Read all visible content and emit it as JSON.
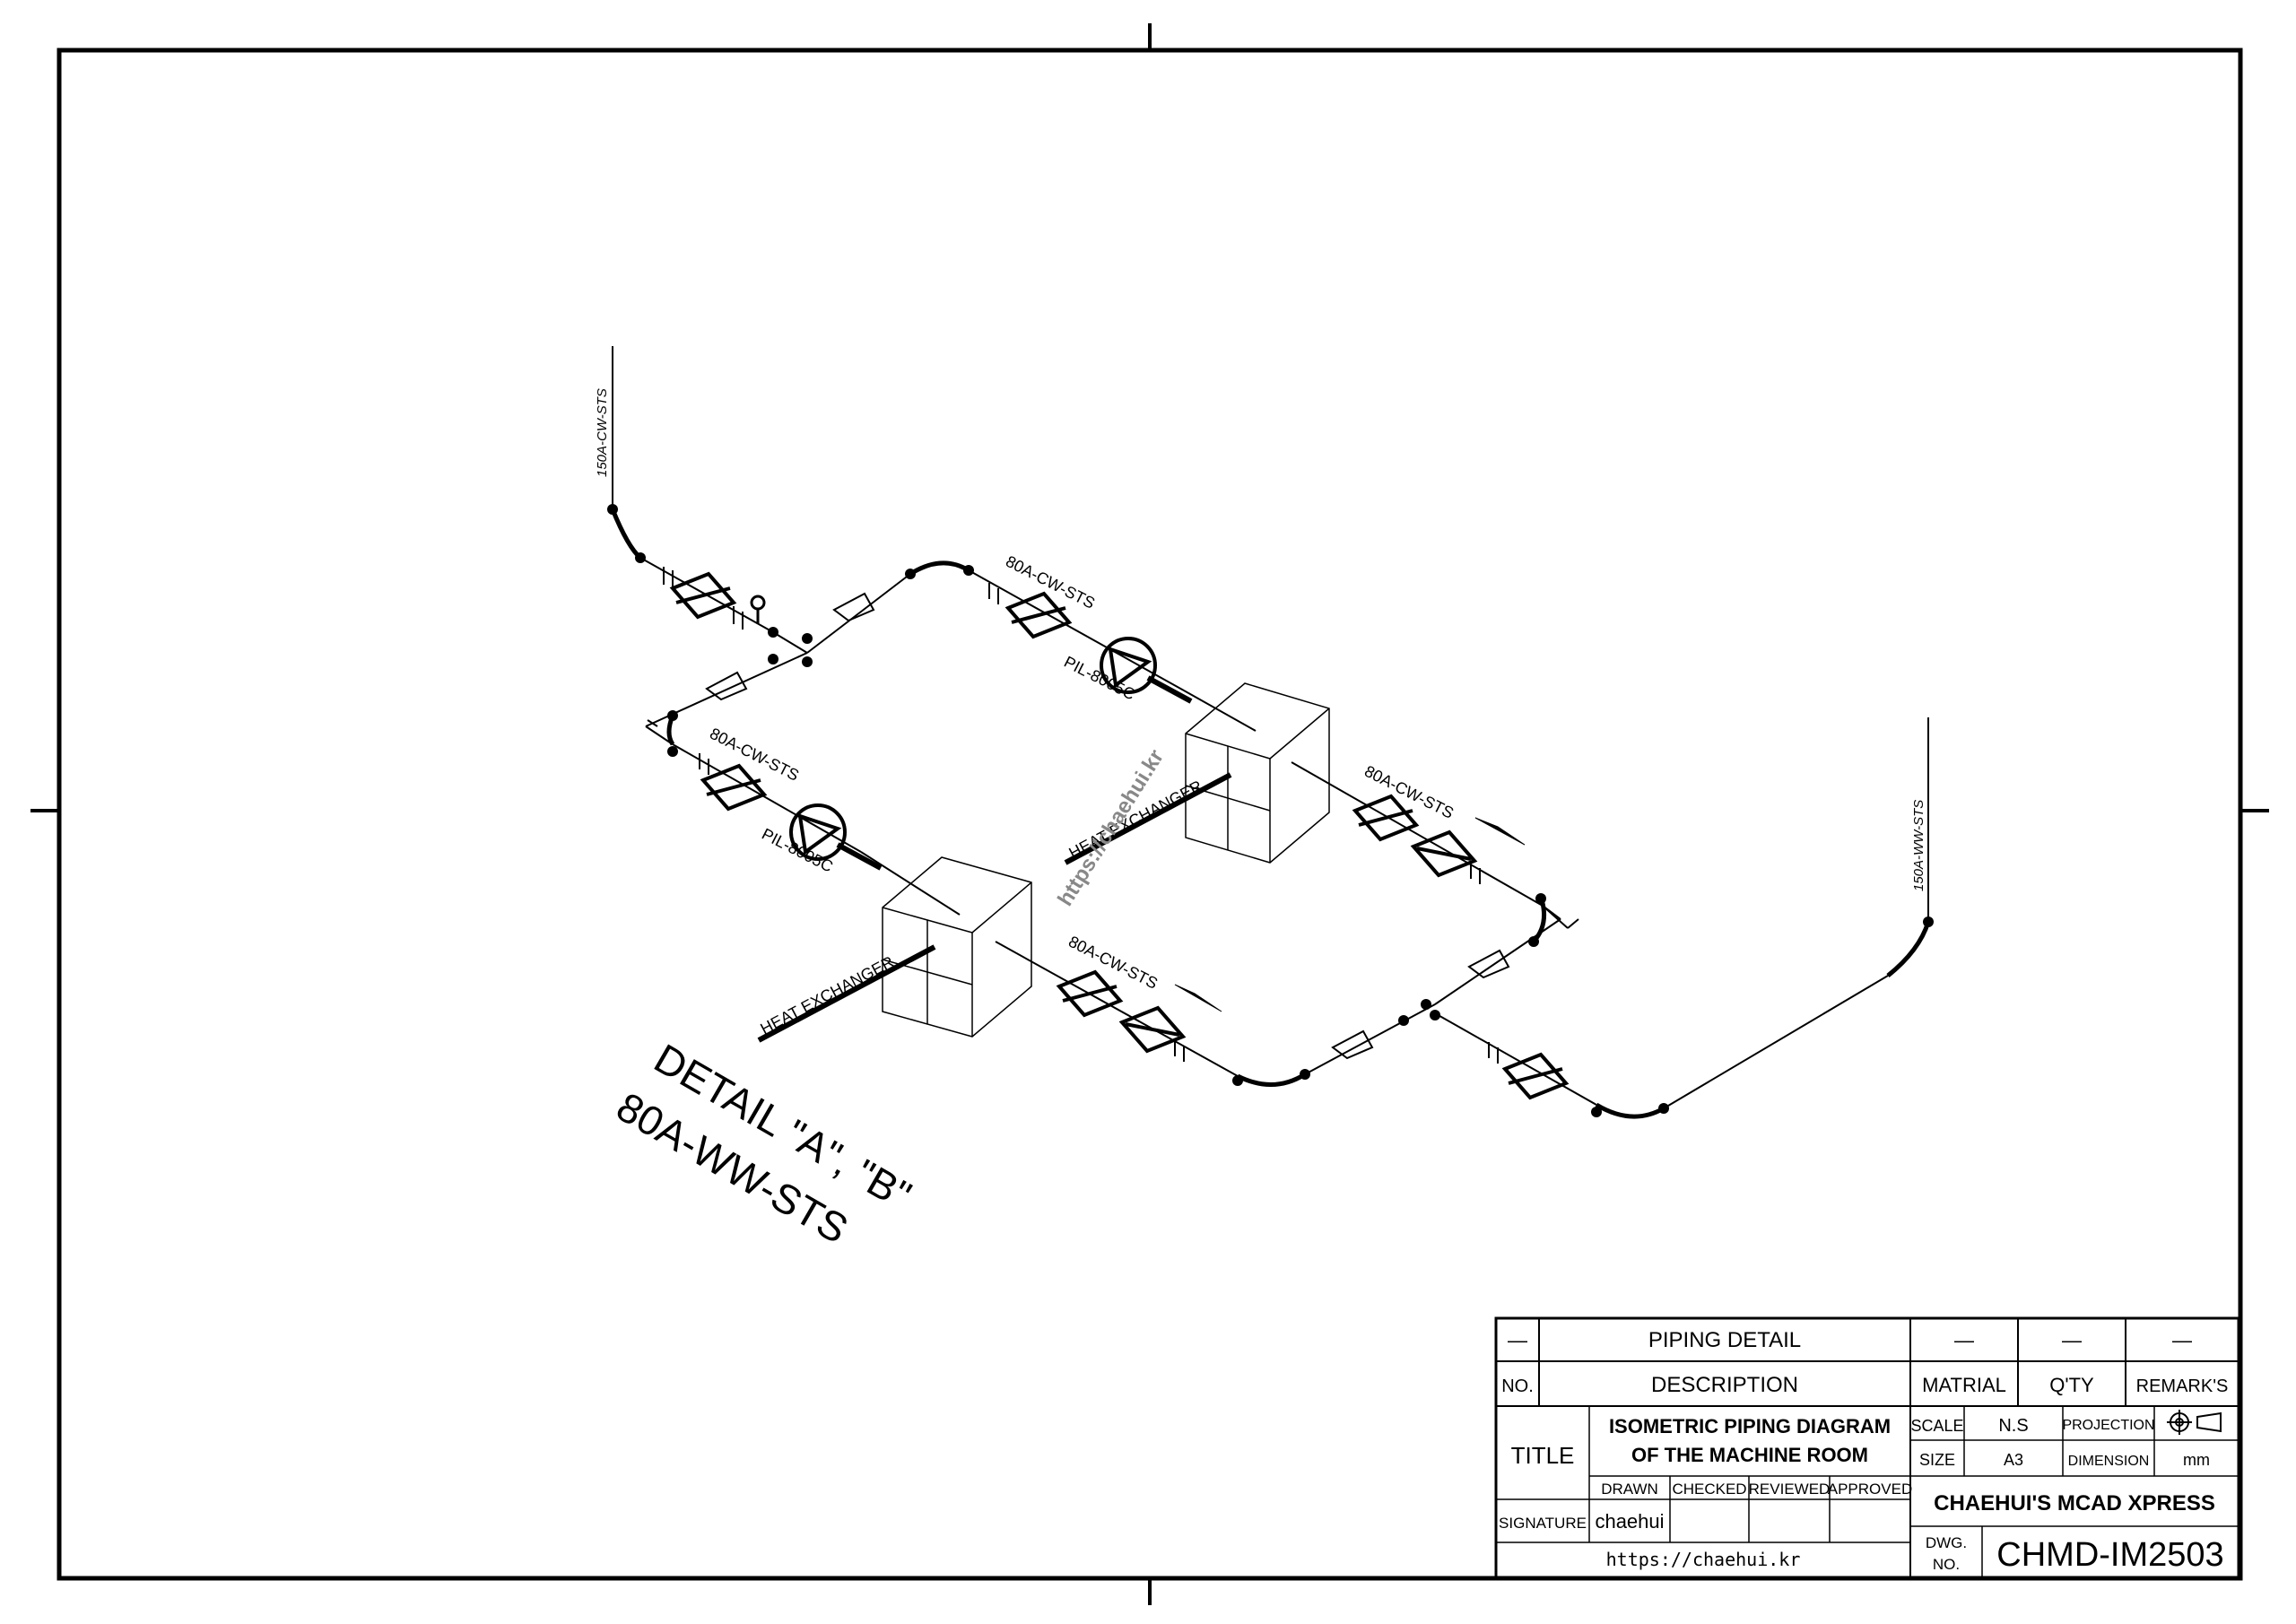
{
  "drawing": {
    "pipe_labels": {
      "inlet_cw": "150A-CW-STS",
      "outlet_ww": "150A-WW-STS",
      "branch_upper_1": "80A-CW-STS",
      "branch_left": "80A-CW-STS",
      "branch_right_1": "80A-CW-STS",
      "branch_right_2": "80A-CW-STS"
    },
    "pumps": {
      "upper": "PIL-8005C",
      "lower": "PIL-8005C"
    },
    "equipment": {
      "upper": "HEAT EXCHANGER",
      "lower": "HEAT EXCHANGER"
    },
    "detail_line1": "DETAIL \"A\", \"B\"",
    "detail_line2": "80A-WW-STS",
    "watermark": "https://chaehui.kr"
  },
  "title_block": {
    "dash": "—",
    "piping_detail": "PIPING DETAIL",
    "no": "NO.",
    "description": "DESCRIPTION",
    "matrial": "MATRIAL",
    "qty": "Q'TY",
    "remarks": "REMARK'S",
    "title_label": "TITLE",
    "title_line1": "ISOMETRIC PIPING DIAGRAM",
    "title_line2": "OF THE MACHINE ROOM",
    "scale_label": "SCALE",
    "scale_value": "N.S",
    "projection_label": "PROJECTION",
    "size_label": "SIZE",
    "size_value": "A3",
    "dimension_label": "DIMENSION",
    "dimension_value": "mm",
    "drawn": "DRAWN",
    "checked": "CHECKED",
    "reviewed": "REVIEWED",
    "approved": "APPROVED",
    "signature_label": "SIGNATURE",
    "signature_value": "chaehui",
    "company": "CHAEHUI'S MCAD XPRESS",
    "website": "https://chaehui.kr",
    "dwg_no_label_1": "DWG.",
    "dwg_no_label_2": "NO.",
    "dwg_no_value": "CHMD-IM2503"
  }
}
